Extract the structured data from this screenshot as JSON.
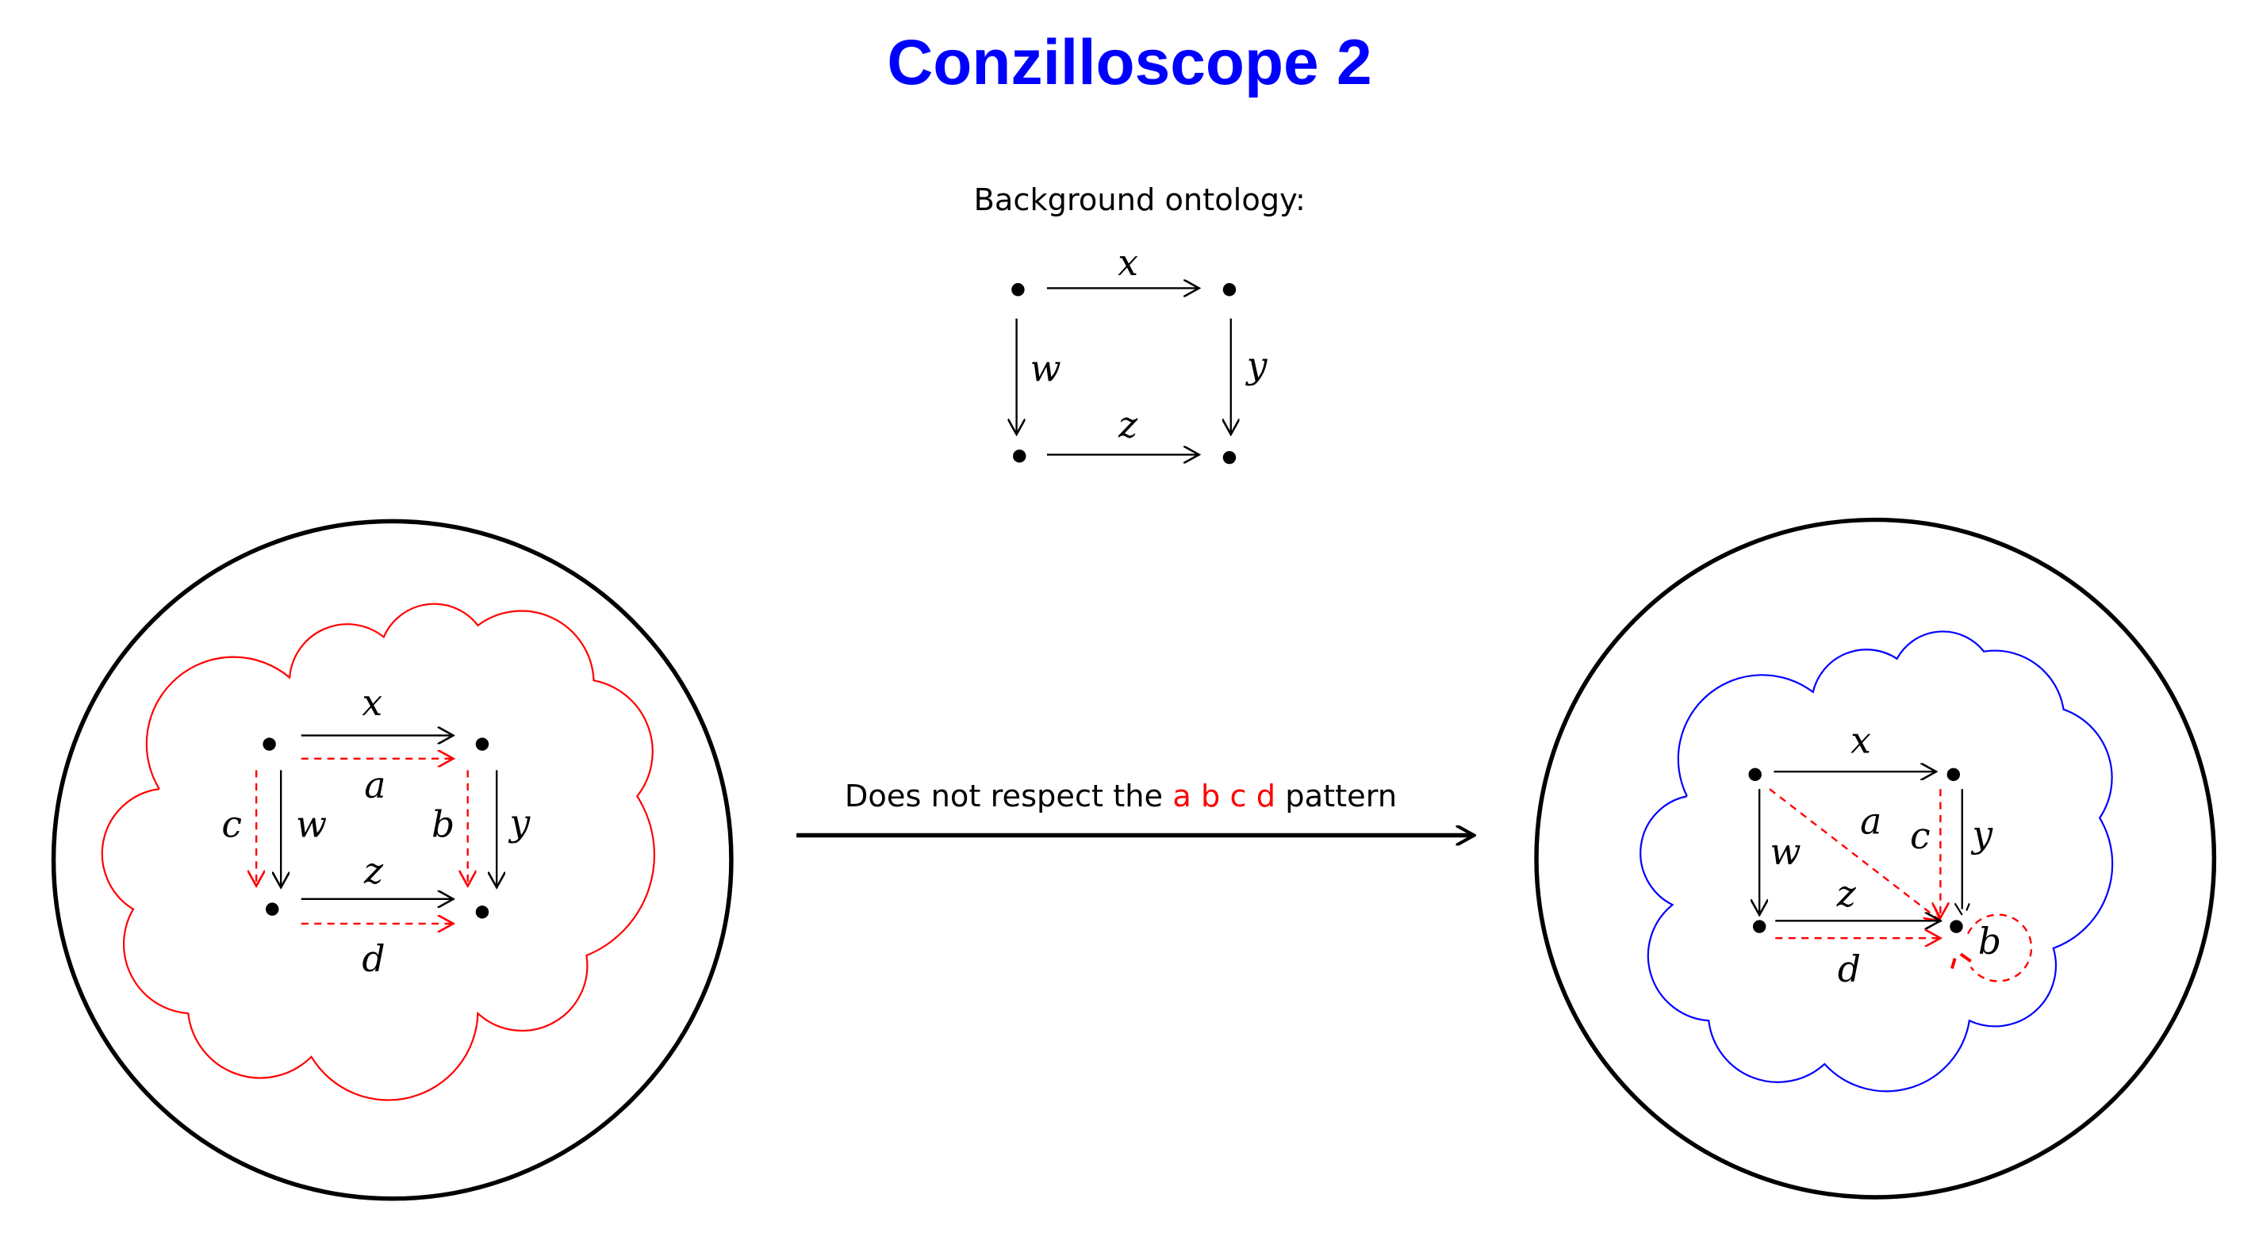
{
  "title": "Conzilloscope 2",
  "background": {
    "caption": "Background ontology:",
    "labels": {
      "x": "x",
      "y": "y",
      "z": "z",
      "w": "w"
    }
  },
  "left_model": {
    "cloud_color": "#ff0000",
    "labels": {
      "x": "x",
      "y": "y",
      "z": "z",
      "w": "w",
      "a": "a",
      "b": "b",
      "c": "c",
      "d": "d"
    }
  },
  "right_model": {
    "cloud_color": "#0000ff",
    "labels": {
      "x": "x",
      "y": "y",
      "z": "z",
      "w": "w",
      "a": "a",
      "b": "b",
      "c": "c",
      "d": "d"
    }
  },
  "transition": {
    "text_before": "Does not respect the",
    "pattern": "a b c d",
    "text_after": "pattern",
    "pattern_color": "#ff0000"
  }
}
